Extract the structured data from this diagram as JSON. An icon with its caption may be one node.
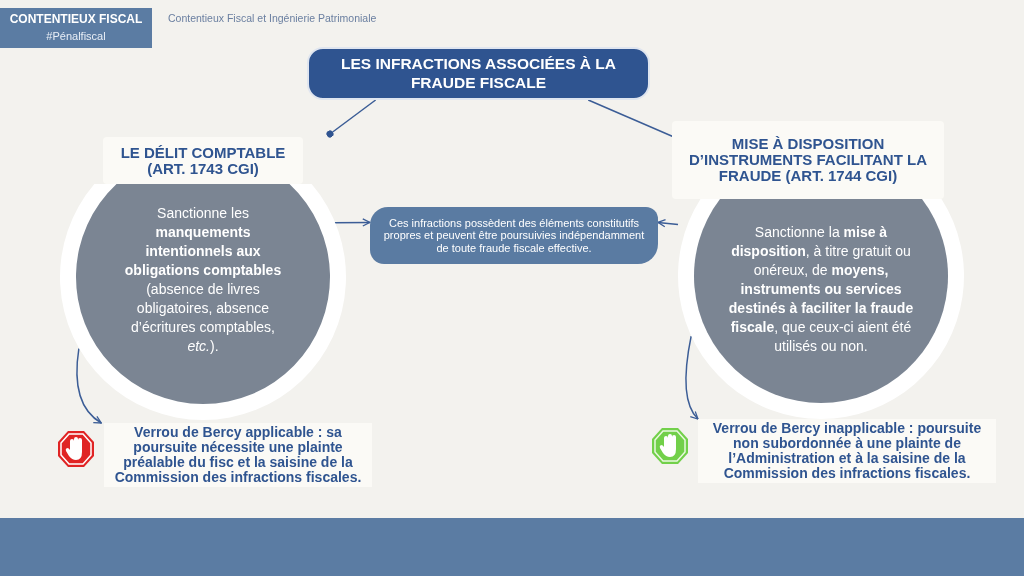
{
  "diagram": {
    "nodes": [
      {
        "text": [
          "CONTENTIEUX FISCAL",
          "#Pénalfiscal"
        ]
      },
      {
        "text": [
          "LES INFRACTIONS ASSOCIÉES À LA FRAUDE FISCALE"
        ]
      },
      {
        "text": [
          "LE DÉLIT COMPTABLE (ART. 1743 CGI)",
          "Sanctionne les **manquements intentionnels aux obligations comptables** (absence de livres obligatoires, absence d’écritures comptables, *etc.*)."
        ]
      },
      {
        "text": [
          "Ces infractions possèdent des éléments constitutifs propres et peuvent être poursuivies indépendamment de toute fraude fiscale effective."
        ]
      },
      {
        "text": [
          "MISE À DISPOSITION D’INSTRUMENTS FACILITANT LA FRAUDE (ART. 1744 CGI)",
          "Sanctionne la **mise à disposition**, à titre gratuit ou onéreux, de **moyens, instruments ou services destinés à faciliter la fraude fiscale**, que ceux-ci aient été utilisés ou non."
        ]
      },
      {
        "text": [
          "Verrou de Bercy applicable : sa poursuite nécessite une plainte préalable du fisc et la saisine de la Commission des infractions fiscales."
        ]
      },
      {
        "text": [
          "Verrou de Bercy inapplicable : poursuite non subordonnée à une plainte de l’Administration et à la saisine de la Commission des infractions fiscales."
        ]
      }
    ],
    "edges": [
      {
        "from": 1,
        "to": 2,
        "arrow": "other"
      },
      {
        "from": 1,
        "to": 4,
        "arrow": "none"
      },
      {
        "from": 2,
        "to": 3,
        "arrow": "to"
      },
      {
        "from": 4,
        "to": 3,
        "arrow": "to"
      },
      {
        "from": 2,
        "to": 5,
        "arrow": "to"
      },
      {
        "from": 4,
        "to": 6,
        "arrow": "to"
      }
    ],
    "labels": [
      "Contentieux Fiscal et Ingénierie Patrimoniale"
    ]
  }
}
